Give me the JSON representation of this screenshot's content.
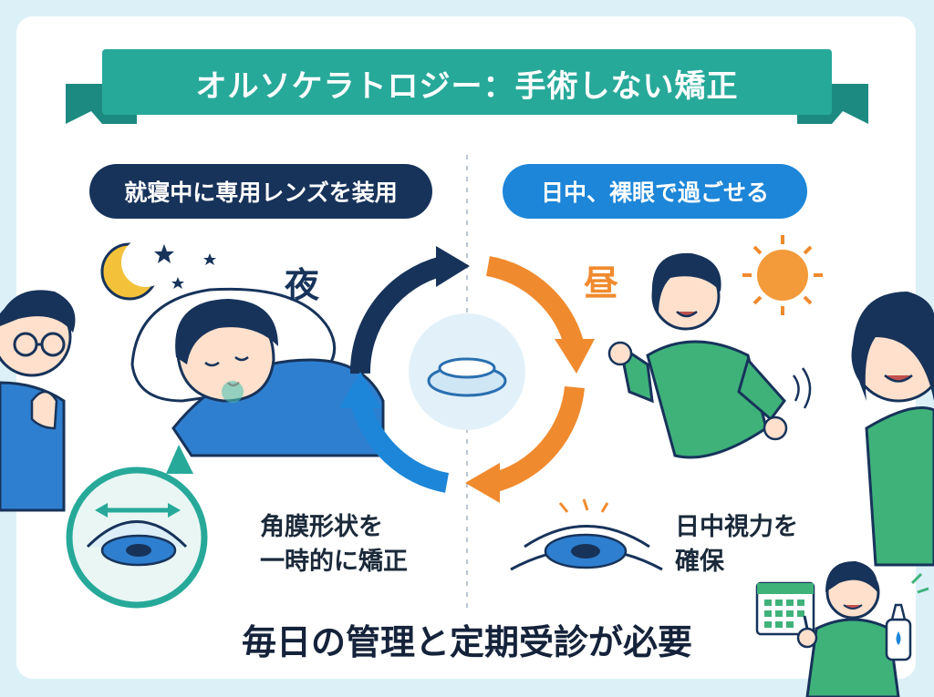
{
  "title": "オルソケラトロジー：手術しない矯正",
  "night": {
    "pill": "就寝中に専用レンズを装用",
    "tag": "夜",
    "caption": "角膜形状を\n一時的に矯正"
  },
  "day": {
    "pill": "日中、裸眼で過ごせる",
    "tag": "昼",
    "caption": "日中視力を\n確保"
  },
  "footer": "毎日の管理と定期受診が必要",
  "colors": {
    "teal": "#27a99a",
    "navy": "#17335a",
    "blue": "#1d86d8",
    "orange": "#f08a2e",
    "green": "#3fb27a"
  },
  "icons": [
    "moon-icon",
    "star-icon",
    "sun-icon",
    "cycle-arrows-icon",
    "contact-lens-icon",
    "eye-icon",
    "calendar-icon",
    "eye-drop-bottle-icon"
  ]
}
